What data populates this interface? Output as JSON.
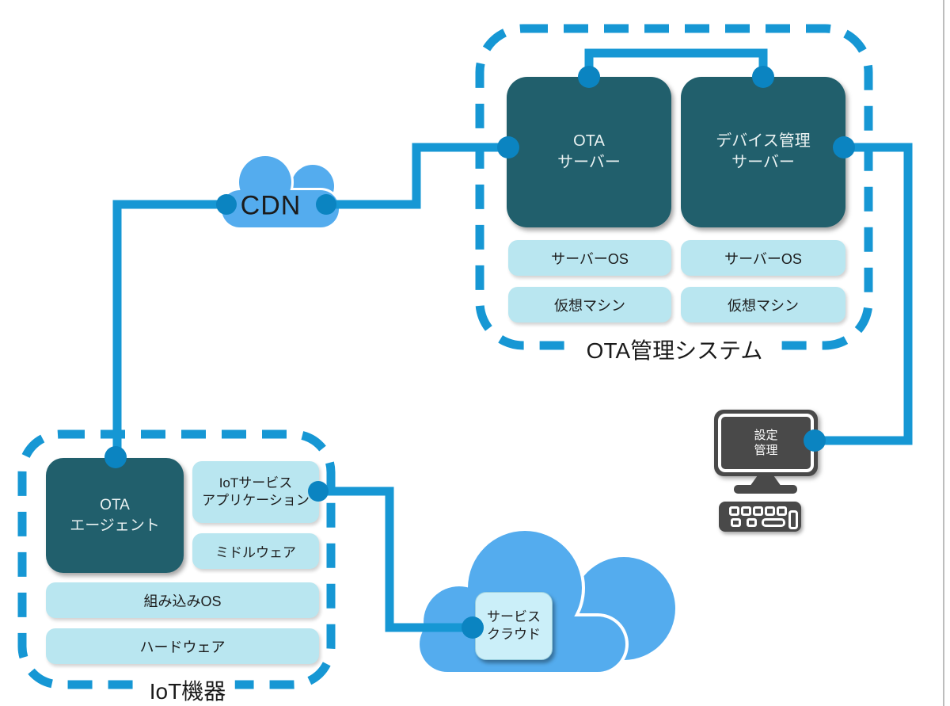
{
  "ota_system": {
    "label": "OTA管理システム",
    "servers": [
      {
        "title_lines": [
          "OTA",
          "サーバー"
        ],
        "os": "サーバーOS",
        "vm": "仮想マシン"
      },
      {
        "title_lines": [
          "デバイス管理",
          "サーバー"
        ],
        "os": "サーバーOS",
        "vm": "仮想マシン"
      }
    ]
  },
  "cdn": {
    "label": "CDN"
  },
  "iot_device": {
    "label": "IoT機器",
    "agent_lines": [
      "OTA",
      "エージェント"
    ],
    "app_lines": [
      "IoTサービス",
      "アプリケーション"
    ],
    "middleware": "ミドルウェア",
    "embedded_os": "組み込みOS",
    "hardware": "ハードウェア"
  },
  "service_cloud": {
    "label_lines": [
      "サービス",
      "クラウド"
    ]
  },
  "admin_terminal": {
    "label_lines": [
      "設定",
      "管理"
    ]
  },
  "colors": {
    "line_blue": "#1697D4",
    "dot_blue": "#0B84C1",
    "dark_teal": "#215F6C",
    "light_cyan": "#B9E6F0",
    "cloud_blue": "#54ACEE",
    "service_box_fill": "#CBEFF9",
    "monitor_gray": "#494949",
    "label_text": "#1A1A1A",
    "right_border_gray": "#BDBDBD"
  }
}
